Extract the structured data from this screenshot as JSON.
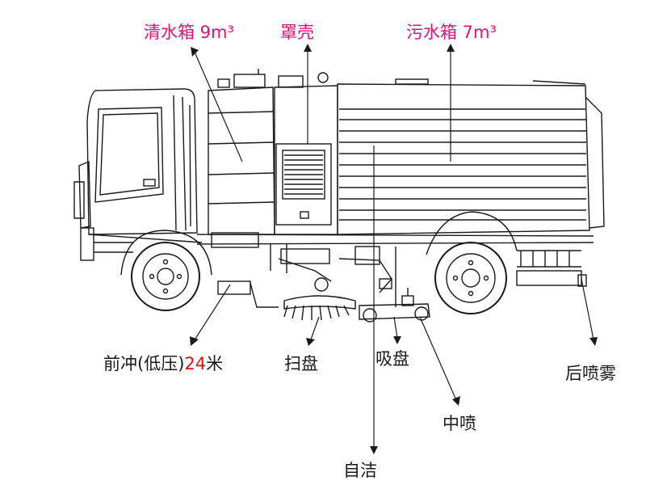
{
  "colors": {
    "line": "#1a1a1a",
    "top_label": "#e0107a",
    "accent": "#e01010",
    "background": "#ffffff"
  },
  "labels": {
    "clean_tank": "清水箱 9m³",
    "hood": "罩壳",
    "waste_tank": "污水箱 7m³",
    "front_spray_prefix": "前冲(低压)",
    "front_spray_value": "24",
    "front_spray_suffix": "米",
    "sweep_disc": "扫盘",
    "suction_disc": "吸盘",
    "rear_spray": "后喷雾",
    "middle_spray": "中喷",
    "self_clean": "自洁"
  }
}
